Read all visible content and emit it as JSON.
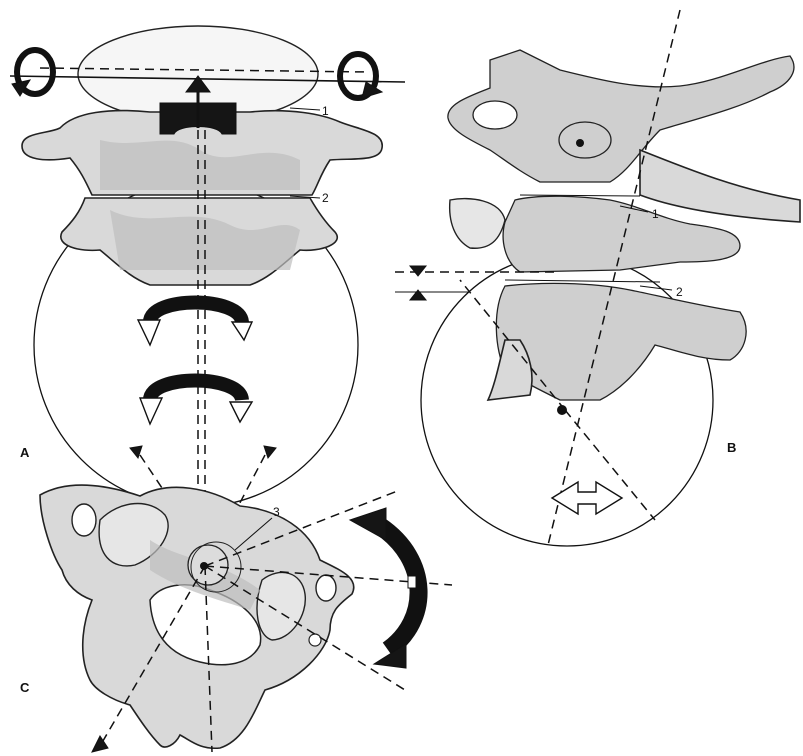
{
  "panels": {
    "a": {
      "letter": "A"
    },
    "b": {
      "letter": "B"
    },
    "c": {
      "letter": "C"
    }
  },
  "callouts": {
    "a1": "1",
    "a2": "2",
    "b1": "1",
    "b2": "2",
    "c3": "3"
  }
}
